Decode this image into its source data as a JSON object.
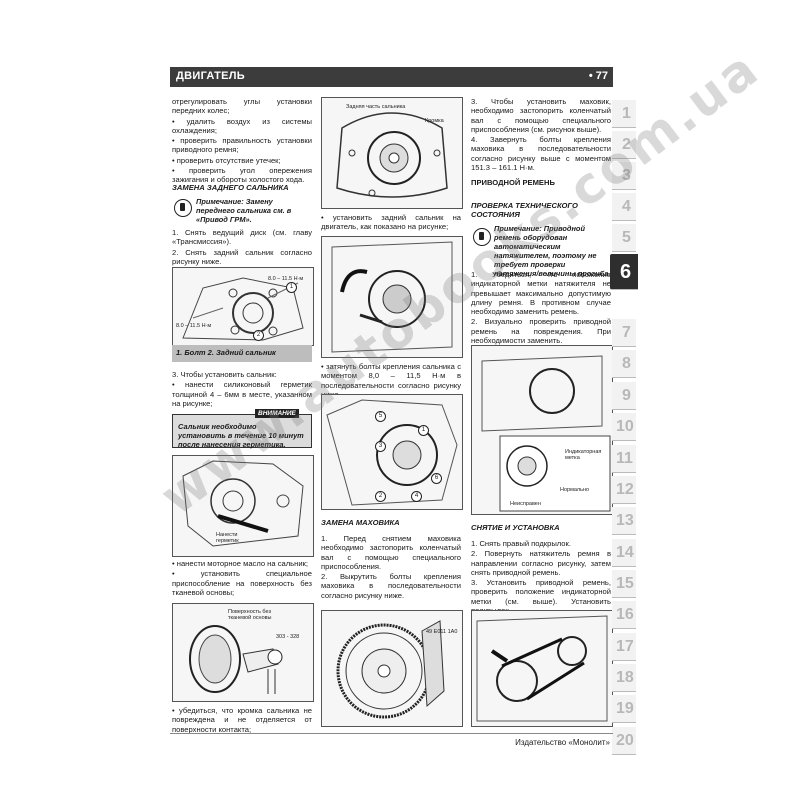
{
  "header": {
    "title": "ДВИГАТЕЛЬ",
    "page": "• 77"
  },
  "col1": {
    "intro": [
      "отрегулировать углы установки передних колес;",
      "• удалить воздух из системы охлаждения;",
      "• проверить правильность установки приводного ремня;",
      "• проверить отсутствие утечек;",
      "• проверить угол опережения зажигания и обороты холостого хода."
    ],
    "section1_title": "ЗАМЕНА ЗАДНЕГО САЛЬНИКА",
    "note1": "Примечание: Замену переднего сальника см. в «Привод ГРМ».",
    "steps": [
      "1. Снять ведущий диск (см. главу «Трансмиссия»).",
      "2. Снять задний сальник согласно рисунку ниже."
    ],
    "fig1_torque1": "8.0 – 11.5 Н·м",
    "fig1_torque2": "8.0 – 11.5 Н·м",
    "fig1_caption": "1. Болт 2. Задний сальник",
    "steps2": [
      "3. Чтобы установить сальник:",
      "• нанести силиконовый герметик толщиной 4 – 6мм в месте, указанном на рисунке;"
    ],
    "warn_tag": "ВНИМАНИЕ",
    "warn_text": "Сальник необходимо установить в течение 10 минут после нанесения герметика.",
    "fig2_label": "Нанести герметик",
    "steps3": [
      "• нанести моторное масло на сальник;",
      "• установить специальное приспособление на поверхность без тканевой основы;"
    ],
    "fig3_label": "Поверхность без тканевой основы",
    "fig3_code": "303 - 328",
    "steps4": [
      "• убедиться, что кромка сальника не повреждена и не отделяется от поверхности контакта;"
    ]
  },
  "col2": {
    "fig1_label1": "Задняя часть сальника",
    "fig1_label2": "Кромка",
    "steps1": [
      "• установить задний сальник на двигатель, как показано на рисунке;"
    ],
    "steps2": [
      "• затянуть болты крепления сальника с моментом 8,0 – 11,5 Н·м в последовательности согласно рисунку ниже."
    ],
    "section_title": "ЗАМЕНА МАХОВИКА",
    "steps3": [
      "1. Перед снятием маховика необходимо застопорить коленчатый вал с помощью специального приспособления.",
      "2. Выкрутить болты крепления маховика в последовательности согласно рисунку ниже."
    ],
    "fig4_code": "49 E011 1A0"
  },
  "col3": {
    "steps1": [
      "3. Чтобы установить маховик, необходимо застопорить коленчатый вал с помощью специального приспособления (см. рисунок выше).",
      "4. Завернуть болты крепления маховика в последовательности согласно рисунку выше с моментом 151.3 – 161.1 Н·м."
    ],
    "section_title": "ПРИВОДНОЙ РЕМЕНЬ",
    "subsection_title": "ПРОВЕРКА ТЕХНИЧЕСКОГО СОСТОЯНИЯ",
    "note": "Примечание: Приводной ремень оборудован автоматическим натяжителем, поэтому не требует проверки натяжения/величины прогиба.",
    "steps2": [
      "1. Убедиться, что положение индикаторной метки натяжителя не превышает максимально допустимую длину ремня. В противном случае необходимо заменить ремень.",
      "2. Визуально проверить приводной ремень на повреждения. При необходимости заменить."
    ],
    "fig_label1": "Индикаторная метка",
    "fig_label2": "Нормально",
    "fig_label3": "Неисправен",
    "section2_title": "СНЯТИЕ И УСТАНОВКА",
    "steps3": [
      "1. Снять правый подкрылок.",
      "2. Повернуть натяжитель ремня в направлении согласно рисунку, затем снять приводной ремень.",
      "3. Установить приводной ремень, проверить положение индикаторной метки (см. выше). Установить подкрылок."
    ]
  },
  "tabs": [
    "1",
    "2",
    "3",
    "4",
    "5",
    "6",
    "7",
    "8",
    "9",
    "10",
    "11",
    "12",
    "13",
    "14",
    "15",
    "16",
    "17",
    "18",
    "19",
    "20"
  ],
  "active_tab": "6",
  "footer": "Издательство «Монолит»",
  "watermark": "www.autobooks.com.ua"
}
